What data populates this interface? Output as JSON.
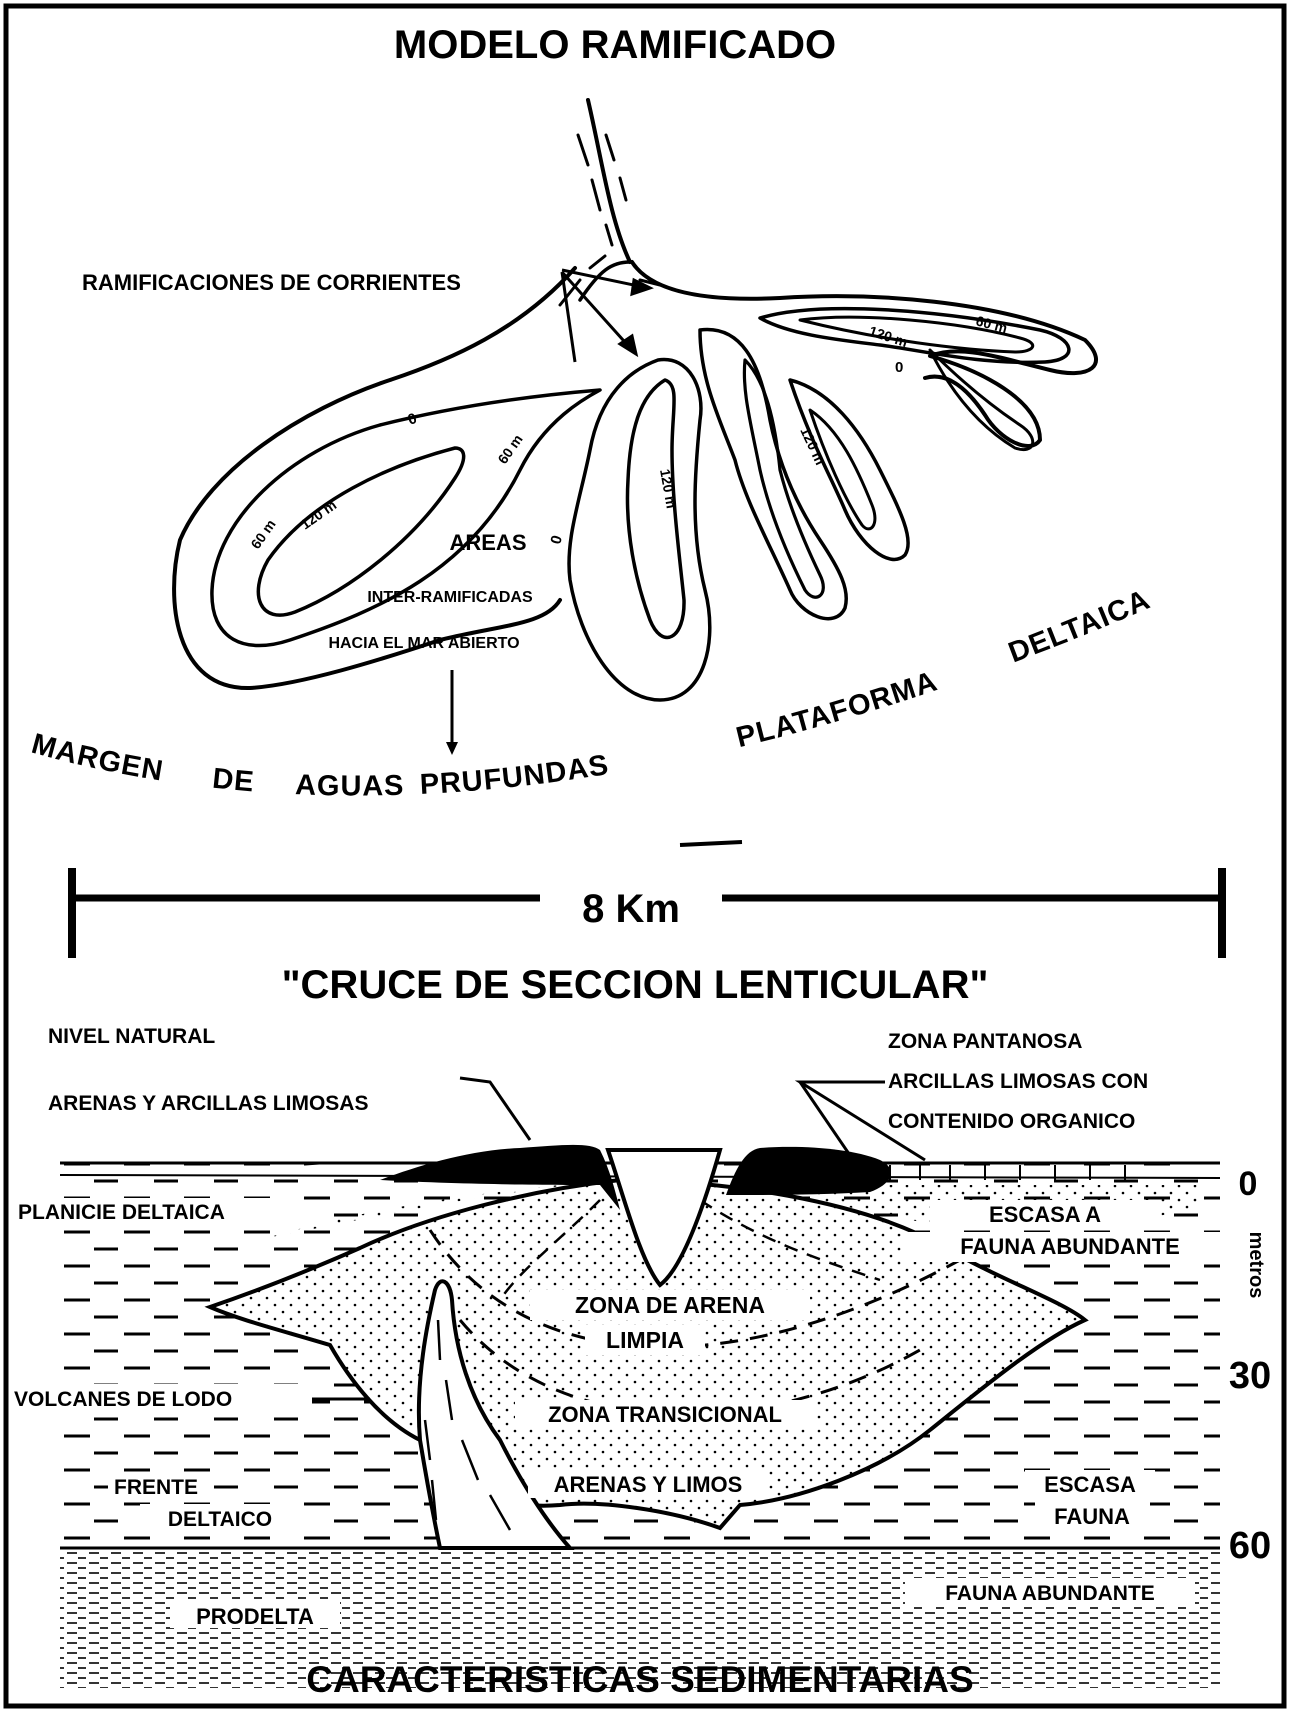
{
  "top_panel": {
    "title": "MODELO RAMIFICADO",
    "label_ramificaciones": "RAMIFICACIONES DE CORRIENTES",
    "label_areas_1": "AREAS",
    "label_areas_2": "INTER-RAMIFICADAS",
    "label_areas_3": "HACIA EL MAR ABIERTO",
    "contours": {
      "left_0": "0",
      "left_60_a": "60 m",
      "left_120": "120 m",
      "left_60_b": "60 m",
      "mid_0": "0",
      "mid_120": "120 m",
      "right_120_a": "120 m",
      "right_60": "60 m",
      "right_0": "0",
      "right_120_b": "120 m"
    },
    "arc_words": [
      "MARGEN",
      "DE",
      "AGUAS",
      "PRUFUNDAS",
      "PLATAFORMA",
      "DELTAICA"
    ]
  },
  "scale": {
    "label": "8 Km"
  },
  "section": {
    "title": "\"CRUCE DE SECCION LENTICULAR\"",
    "nivel_natural": "NIVEL NATURAL",
    "arenas_arcillas": "ARENAS Y ARCILLAS LIMOSAS",
    "zona_pantanosa": "ZONA PANTANOSA",
    "arcillas_limosas_con": "ARCILLAS LIMOSAS CON",
    "contenido_organico": "CONTENIDO ORGANICO",
    "planicie": "PLANICIE DELTAICA",
    "escasa_a": "ESCASA A",
    "fauna_abundante_top": "FAUNA ABUNDANTE",
    "zona_arena": "ZONA DE ARENA",
    "limpia": "LIMPIA",
    "volcanes": "VOLCANES DE LODO",
    "zona_transicional": "ZONA TRANSICIONAL",
    "frente": "FRENTE",
    "deltaico": "DELTAICO",
    "arenas_limos": "ARENAS Y LIMOS",
    "escasa": "ESCASA",
    "fauna": "FAUNA",
    "prodelta": "PRODELTA",
    "fauna_abundante_bottom": "FAUNA ABUNDANTE",
    "depth_0": "0",
    "depth_30": "30",
    "depth_60": "60",
    "depth_unit": "metros",
    "footer": "CARACTERISTICAS SEDIMENTARIAS"
  }
}
